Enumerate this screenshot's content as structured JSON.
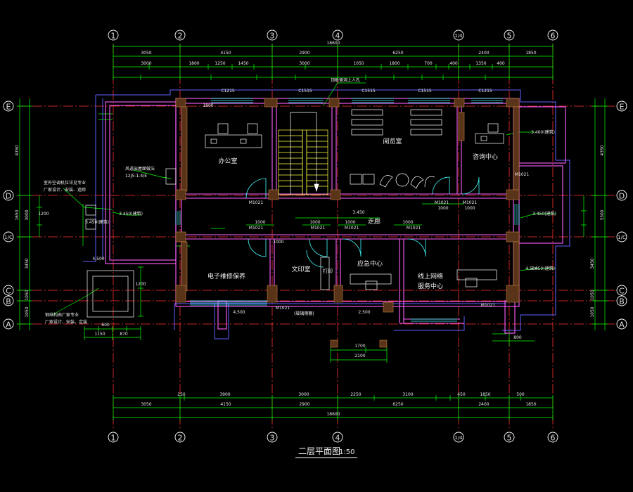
{
  "drawing": {
    "title": "二层平面图",
    "scale": "1:50"
  },
  "axes": {
    "columns": [
      "1",
      "2",
      "3",
      "4",
      "1/4",
      "5",
      "6"
    ],
    "rows": [
      "E",
      "D",
      "1/C",
      "C",
      "B",
      "A"
    ]
  },
  "rooms": [
    {
      "id": "office",
      "label": "办公室"
    },
    {
      "id": "reading",
      "label": "阅览室"
    },
    {
      "id": "counsel",
      "label": "咨询中心"
    },
    {
      "id": "corridor",
      "label": "走廊"
    },
    {
      "id": "repair",
      "label": "电子维修保养"
    },
    {
      "id": "print",
      "label": "文印室"
    },
    {
      "id": "emergency",
      "label": "应急中心"
    },
    {
      "id": "network_l1",
      "label": "线上网络"
    },
    {
      "id": "network_l2",
      "label": "服务中心"
    }
  ],
  "notes": [
    {
      "id": "roof_hatch",
      "label": "顶板留洞上人孔"
    },
    {
      "id": "ac_note1a",
      "label": "室外空调机位详见专业"
    },
    {
      "id": "ac_note1b",
      "label": "厂家设计、安装、追踪"
    },
    {
      "id": "ac_note2a",
      "label": "钢结构由厂家专业"
    },
    {
      "id": "ac_note2b",
      "label": "厂家设计、安装、定装"
    },
    {
      "id": "ac_note3a",
      "label": "风道出屋面做法"
    },
    {
      "id": "ac_note3b",
      "label": "12J5-1-4/E"
    },
    {
      "id": "print_tag",
      "label": "打印"
    },
    {
      "id": "glass_tag",
      "label": "(玻璃雨棚)"
    }
  ],
  "dims": {
    "top_total": "18600",
    "top_seg": [
      "3050",
      "4150",
      "2900",
      "6250",
      "2400",
      "1850"
    ],
    "top_sub": [
      "3000",
      "1800",
      "1250",
      "1450",
      "3000",
      "1050",
      "1800",
      "700",
      "400",
      "1350",
      "400"
    ],
    "bot_total": "18600",
    "bot_seg": [
      "3050",
      "4150",
      "2900",
      "6250",
      "2400",
      "1850"
    ],
    "bot_sub": [
      "250",
      "3900",
      "3000",
      "2250",
      "3100",
      "450",
      "1850",
      "500"
    ],
    "left": [
      "4350",
      "1650",
      "3000",
      "3450",
      "1050",
      "1050"
    ],
    "right": [
      "4350",
      "3300",
      "3450",
      "1050",
      "1050"
    ],
    "windows_top": [
      "C1215",
      "C1515",
      "C1515",
      "C1515",
      "C1215"
    ],
    "doors": [
      "M1021",
      "M1021",
      "M1021",
      "M1021",
      "M1021",
      "M1021",
      "M1021",
      "M1021",
      "M1021",
      "M1021"
    ],
    "elev": [
      "3.450(建筑)",
      "3.400(建筑)",
      "3.450(建筑)",
      "3.450(建筑)",
      "3.450(建筑)",
      "3.450"
    ],
    "misc": [
      "1800",
      "1000",
      "1000",
      "1000",
      "1000",
      "1000",
      "1000",
      "1000",
      "4,500",
      "4,500",
      "2,500",
      "4,500",
      "1700",
      "2100",
      "1200",
      "1200",
      "600",
      "1150",
      "870",
      "800"
    ]
  },
  "colors": {
    "background": "#000000",
    "axis_line": "#ff3030",
    "dim_line": "#00ff00",
    "wall": "#ff60ff",
    "wall_hatch": "#c08040",
    "furniture": "#ffffff",
    "door": "#40ffff",
    "outline": "#6060ff",
    "stair": "#ffff00"
  }
}
